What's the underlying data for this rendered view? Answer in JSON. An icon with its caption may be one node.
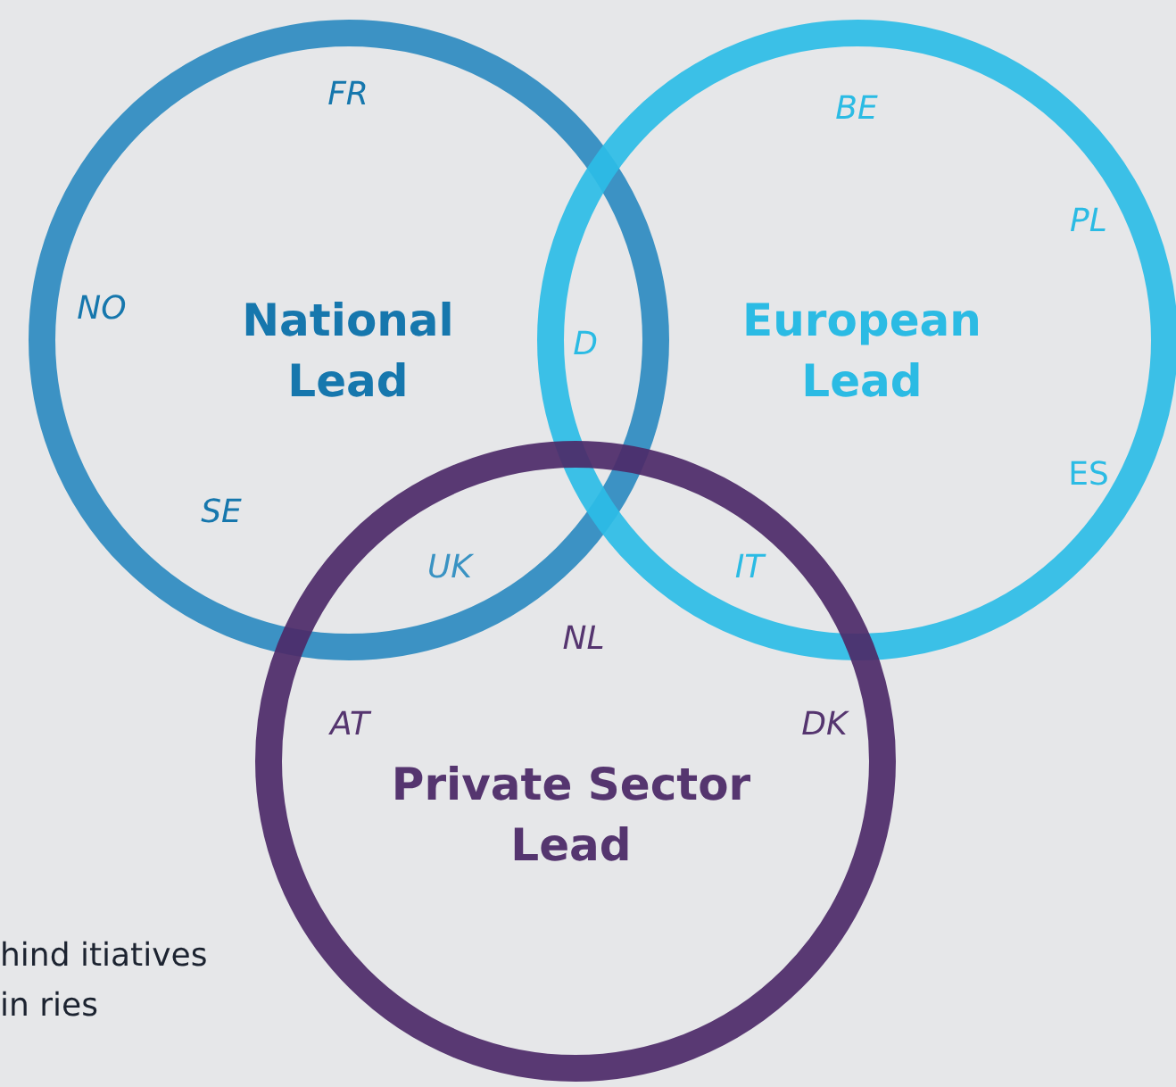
{
  "diagram": {
    "nodes": [
      {
        "text": [
          "National Lead"
        ]
      },
      {
        "text": [
          "European Lead"
        ]
      },
      {
        "text": [
          "Private Sector Lead"
        ]
      }
    ],
    "labels": [
      "FR",
      "BE",
      "PL",
      "NO",
      "D",
      "SE",
      "ES",
      "UK",
      "IT",
      "NL",
      "AT",
      "DK",
      "hind itiatives in ries"
    ]
  }
}
